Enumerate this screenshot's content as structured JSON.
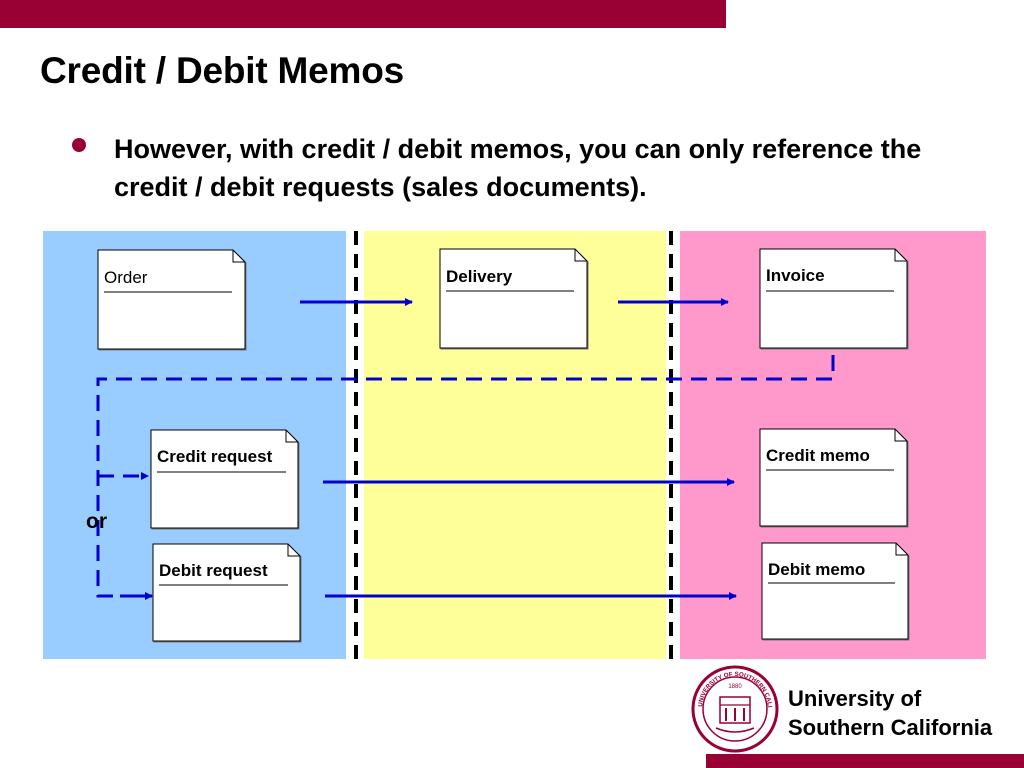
{
  "colors": {
    "brand": "#990033",
    "lane_left": "#99ccff",
    "lane_mid": "#ffff99",
    "lane_right": "#ff99cc",
    "arrow": "#0000cc",
    "divider": "#000000"
  },
  "slide": {
    "title": "Credit / Debit Memos",
    "bullet": "However, with credit / debit memos, you can only reference the credit / debit requests (sales documents)."
  },
  "documents": {
    "order": "Order",
    "delivery": "Delivery",
    "invoice": "Invoice",
    "credit_request": "Credit request",
    "debit_request": "Debit request",
    "credit_memo": "Credit memo",
    "debit_memo": "Debit memo"
  },
  "or_label": "or",
  "footer": {
    "line1": "University of",
    "line2": "Southern California",
    "seal_icon": "usc-seal-icon",
    "seal_text": "UNIVERSITY OF SOUTHERN CALIFORNIA",
    "seal_year": "1880"
  }
}
